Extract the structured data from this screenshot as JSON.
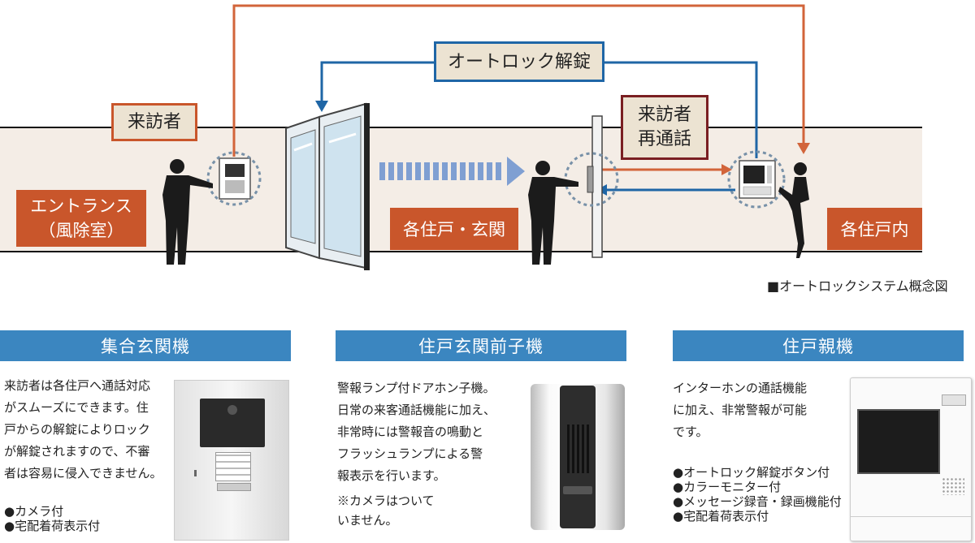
{
  "diagram": {
    "labels": {
      "visitor": "来訪者",
      "autolock_unlock": "オートロック解錠",
      "revisit_call": "来訪者\n再通話",
      "entrance": "エントランス\n（風除室）",
      "unit_entrance": "各住戸・玄関",
      "unit_inside": "各住戸内"
    },
    "caption": "■オートロックシステム概念図",
    "colors": {
      "orange_line": "#d2643a",
      "blue_line": "#1f66a6",
      "callout_fill": "#ece3d2",
      "callout_border_orange": "#c9562b",
      "callout_border_dark": "#7a1f22",
      "label_fill": "#c9562b",
      "arrow_stripes": "#7f9fd2"
    }
  },
  "products": [
    {
      "title": "集合玄関機",
      "description": "来訪者は各住戸へ通話対応\nがスムーズにできます。住\n戸からの解錠によりロック\nが解錠されますので、不審\n者は容易に侵入できません。",
      "bullets": "●カメラ付\n●宅配着荷表示付"
    },
    {
      "title": "住戸玄関前子機",
      "description": "警報ランプ付ドアホン子機。\n日常の来客通話機能に加え、\n非常時には警報音の鳴動と\nフラッシュランプによる警\n報表示を行います。",
      "note": "※カメラはついて\nいません。"
    },
    {
      "title": "住戸親機",
      "description": "インターホンの通話機能\nに加え、非常警報が可能\nです。",
      "bullets": "●オートロック解錠ボタン付\n●カラーモニター付\n●メッセージ録音・録画機能付\n●宅配着荷表示付"
    }
  ],
  "header_color": "#3b86c0"
}
